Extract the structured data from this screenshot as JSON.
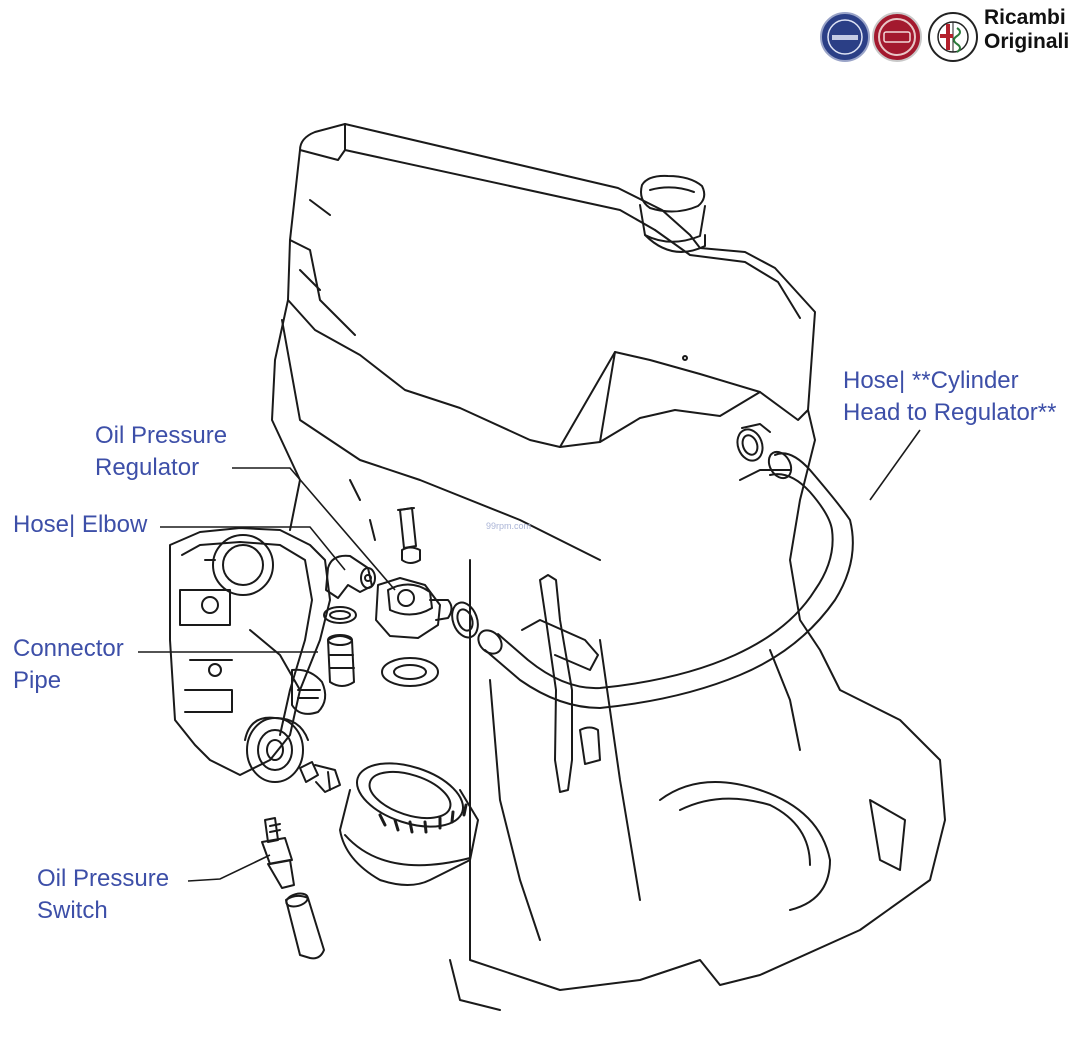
{
  "brand": {
    "line1": "Ricambi",
    "line2": "Originali",
    "logos": [
      {
        "name": "lancia-logo",
        "text": "LANCIA",
        "color": "#2b3f86"
      },
      {
        "name": "fiat-logo",
        "text": "FIAT",
        "color": "#a3192e"
      },
      {
        "name": "alfa-romeo-logo",
        "text": "ALFA ROMEO",
        "color": "#1f1f1f"
      }
    ]
  },
  "watermark": "99rpm.com",
  "labels": {
    "hose_cylinder_head": {
      "line1": "Hose| **Cylinder",
      "line2": "Head to Regulator**"
    },
    "oil_pressure_regulator": {
      "line1": "Oil Pressure",
      "line2": "Regulator"
    },
    "hose_elbow": {
      "line1": "Hose| Elbow"
    },
    "connector_pipe": {
      "line1": "Connector",
      "line2": "Pipe"
    },
    "oil_pressure_switch": {
      "line1": "Oil Pressure",
      "line2": "Switch"
    }
  },
  "colors": {
    "label": "#3d4fa8",
    "line": "#1a1a1a"
  }
}
